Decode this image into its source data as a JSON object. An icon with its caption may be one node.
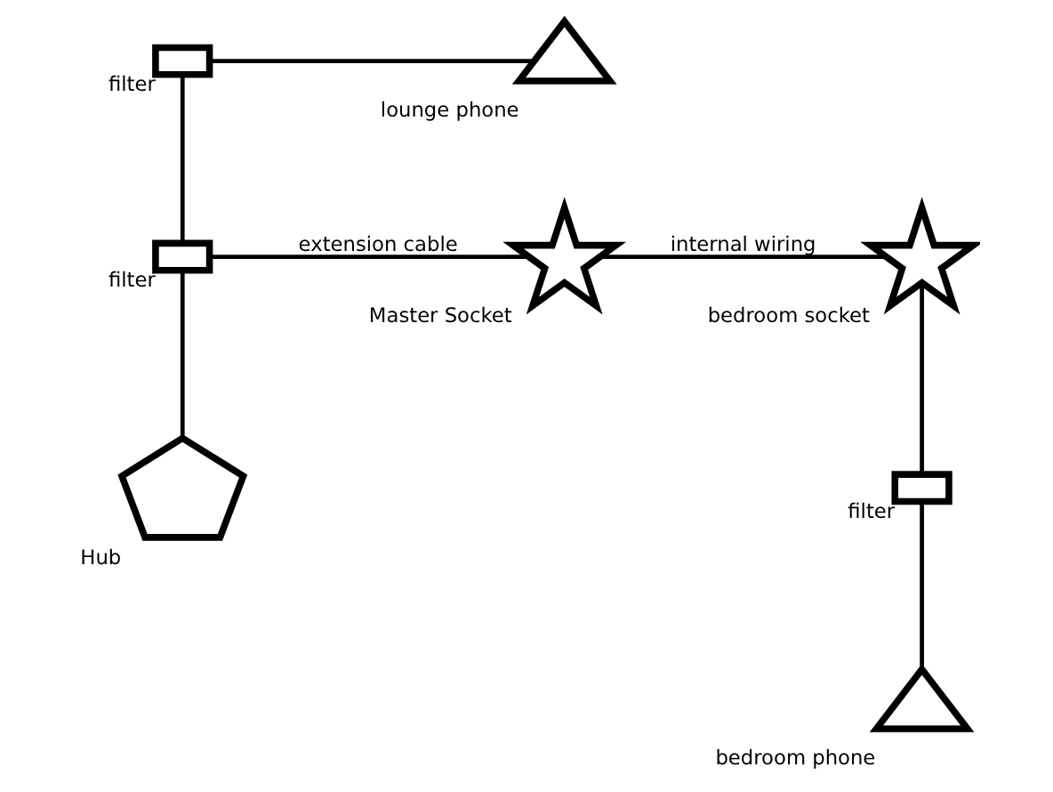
{
  "diagram": {
    "nodes": [
      {
        "text": [],
        "shape": "box",
        "beside": [
          "filter"
        ]
      },
      {
        "text": [],
        "shape": "triangle",
        "beside": [
          "bedroom phone"
        ]
      },
      {
        "text": [],
        "shape": "star",
        "beside": [
          "bedroom socket"
        ]
      },
      {
        "text": [],
        "shape": "box",
        "beside": [
          "filter"
        ]
      },
      {
        "text": [],
        "shape": "triangle",
        "beside": [
          "lounge phone"
        ]
      },
      {
        "text": [],
        "shape": "box",
        "beside": [
          "filter"
        ]
      },
      {
        "text": [],
        "shape": "star",
        "beside": [
          "Master Socket"
        ]
      },
      {
        "text": [],
        "shape": "pentagon",
        "beside": [
          "Hub"
        ]
      }
    ],
    "edges": [
      {
        "from": 3,
        "to": 4,
        "arrow": "none"
      },
      {
        "from": 3,
        "to": 5,
        "arrow": "none"
      },
      {
        "from": 5,
        "to": 7,
        "arrow": "none"
      },
      {
        "from": 5,
        "to": 6,
        "arrow": "none",
        "label": "extension cable"
      },
      {
        "from": 6,
        "to": 2,
        "arrow": "none",
        "label": "internal wiring"
      },
      {
        "from": 2,
        "to": 0,
        "arrow": "none"
      },
      {
        "from": 0,
        "to": 1,
        "arrow": "none"
      }
    ]
  }
}
